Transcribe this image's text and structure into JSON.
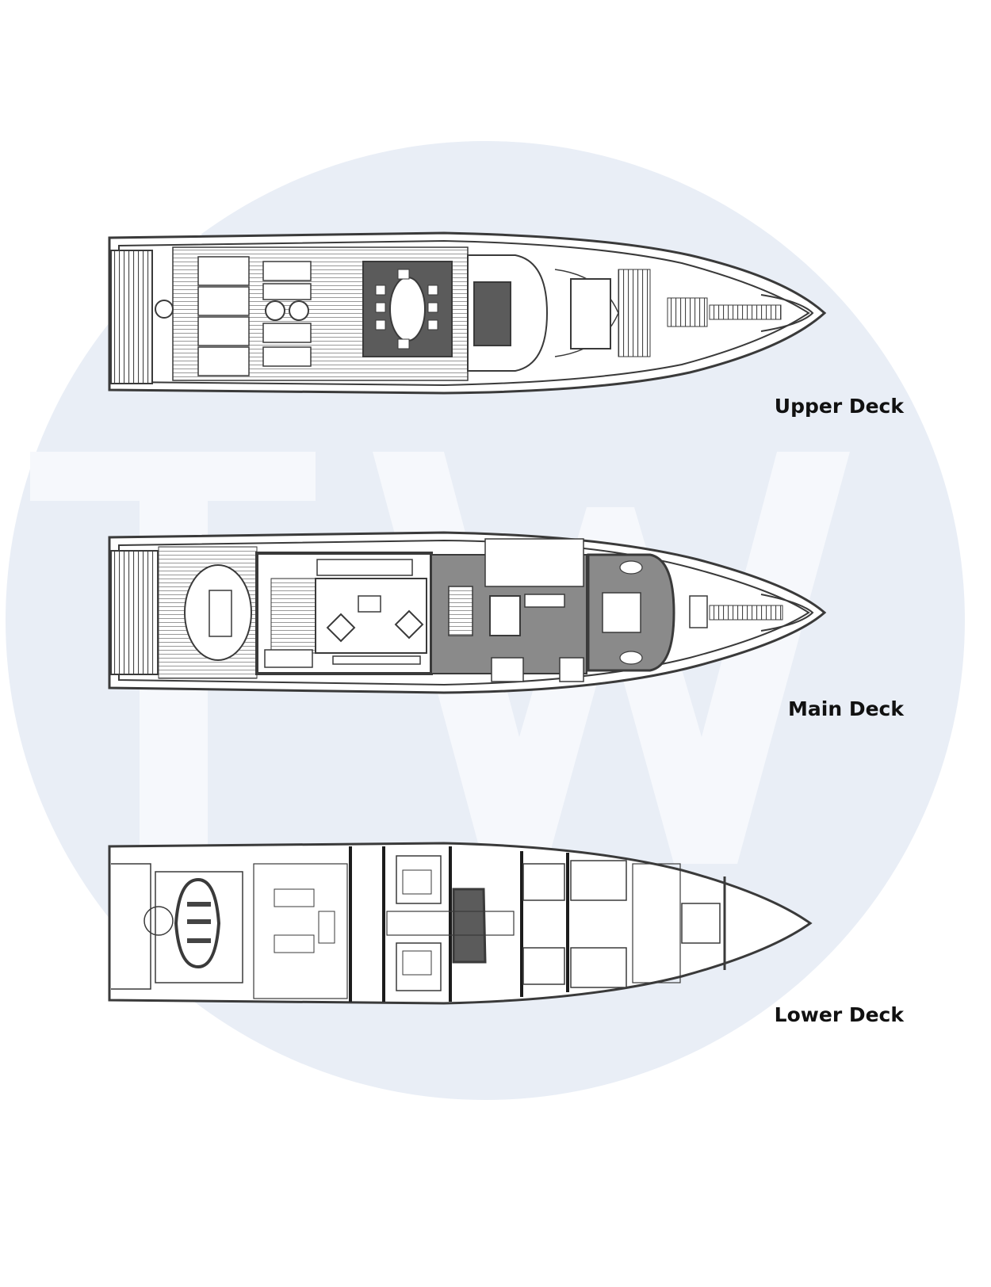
{
  "watermark": {
    "text": "TW",
    "circle_color": "#e9eef6",
    "letter_color": "#f6f8fc"
  },
  "decks": [
    {
      "id": "upper",
      "label": "Upper Deck"
    },
    {
      "id": "main",
      "label": "Main Deck"
    },
    {
      "id": "lower",
      "label": "Lower Deck"
    }
  ],
  "colors": {
    "line": "#3a3a3a",
    "dark_fill": "#5b5b5b",
    "mid_fill": "#8a8a8a",
    "light_fill": "#ffffff"
  }
}
